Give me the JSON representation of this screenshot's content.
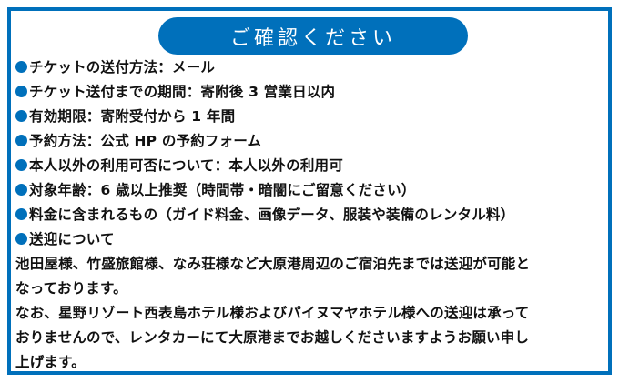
{
  "header": {
    "title": "ご確認ください"
  },
  "accent_color": "#0070BB",
  "items": [
    {
      "bullet": true,
      "text": "チケットの送付方法：メール"
    },
    {
      "bullet": true,
      "text": "チケット送付までの期間：寄附後 3 営業日以内"
    },
    {
      "bullet": true,
      "text": "有効期限：寄附受付から 1 年間"
    },
    {
      "bullet": true,
      "text": "予約方法：公式 HP の予約フォーム"
    },
    {
      "bullet": true,
      "text": "本人以外の利用可否について：本人以外の利用可"
    },
    {
      "bullet": true,
      "text": "対象年齢：6 歳以上推奨（時間帯・暗闇にご留意ください）"
    },
    {
      "bullet": true,
      "text": "料金に含まれるもの（ガイド料金、画像データ、服装や装備のレンタル料）"
    },
    {
      "bullet": true,
      "text": "送迎について"
    }
  ],
  "paragraph_lines": [
    "池田屋様、竹盛旅館様、なみ荘様など大原港周辺のご宿泊先までは送迎が可能と",
    "なっております。",
    "なお、星野リゾート西表島ホテル様およびパイヌマヤホテル様への送迎は承って",
    "おりませんので、レンタカーにて大原港までお越しくださいますようお願い申し",
    "上げます。"
  ]
}
